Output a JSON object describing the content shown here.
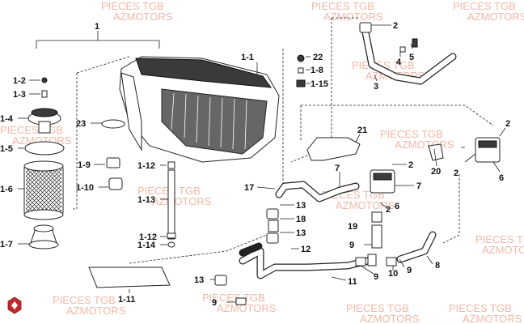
{
  "watermark": {
    "line1": "PIECES TGB",
    "line2": "AZMOTORS",
    "color": "#f2b8a8"
  },
  "logo": {
    "icon": "red-hexagon-logo-icon",
    "color": "#c0282d"
  },
  "callouts": {
    "c1": "1",
    "c1_1": "1-1",
    "c1_2": "1-2",
    "c1_3": "1-3",
    "c1_4": "1-4",
    "c1_5": "1-5",
    "c1_6": "1-6",
    "c1_7": "1-7",
    "c1_8": "1-8",
    "c1_9": "1-9",
    "c1_10": "1-10",
    "c1_11": "1-11",
    "c1_12a": "1-12",
    "c1_12b": "1-12",
    "c1_13": "1-13",
    "c1_14": "1-14",
    "c1_15": "1-15",
    "c22": "22",
    "c23": "23",
    "c2a": "2",
    "c5": "5",
    "c4": "4",
    "c3": "3",
    "c21": "21",
    "c7a": "7",
    "c2b": "2",
    "c2c": "2",
    "c2d": "2",
    "c2e": "2",
    "c20": "20",
    "c6a": "6",
    "c6b": "6",
    "c7b": "7",
    "c17": "17",
    "c13a": "13",
    "c18": "18",
    "c13b": "13",
    "c19": "19",
    "c9a": "9",
    "c9b": "9",
    "c9c": "9",
    "c9d": "9",
    "c12": "12",
    "c10": "10",
    "c8": "8",
    "c11": "11",
    "c13c": "13"
  }
}
